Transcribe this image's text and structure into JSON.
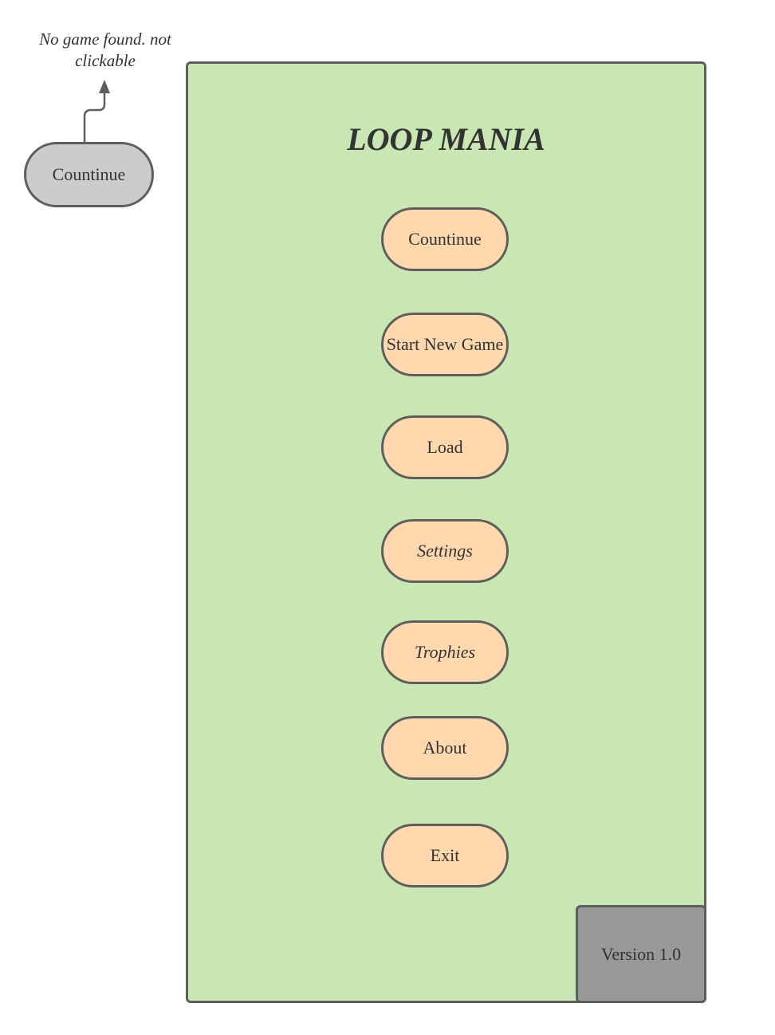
{
  "annotation": {
    "text": "No game found. not clickable"
  },
  "disabled_button": {
    "label": "Countinue"
  },
  "menu": {
    "title": "LOOP MANIA",
    "buttons": [
      {
        "label": "Countinue"
      },
      {
        "label": "Start New Game"
      },
      {
        "label": "Load"
      },
      {
        "label": "Settings"
      },
      {
        "label": "Trophies"
      },
      {
        "label": "About"
      },
      {
        "label": "Exit"
      }
    ]
  },
  "version": {
    "label": "Version 1.0"
  },
  "colors": {
    "screen_background": "#c9e7b2",
    "button_fill": "#ffd9ad",
    "disabled_fill": "#cccccc",
    "version_fill": "#999999",
    "border": "#5e5e5e",
    "text": "#333333"
  }
}
